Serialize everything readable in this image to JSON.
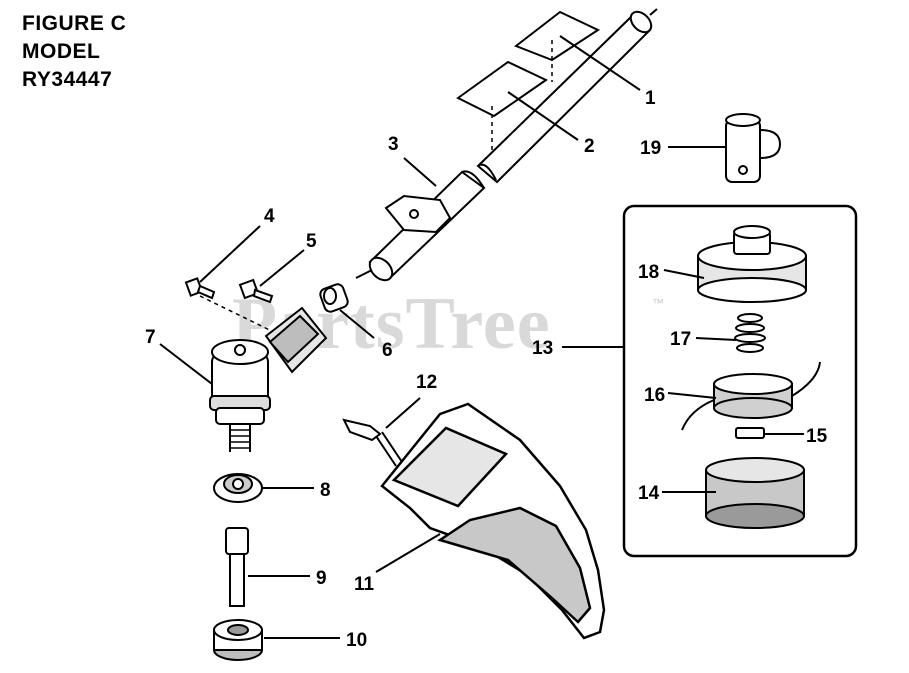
{
  "title": {
    "line1": "FIGURE C",
    "line2": "MODEL",
    "line3": "RY34447"
  },
  "watermark": {
    "text": "PartsTree",
    "trademark": "™"
  },
  "callouts": [
    "1",
    "2",
    "3",
    "4",
    "5",
    "6",
    "7",
    "8",
    "9",
    "10",
    "11",
    "12",
    "13",
    "14",
    "15",
    "16",
    "17",
    "18",
    "19"
  ]
}
